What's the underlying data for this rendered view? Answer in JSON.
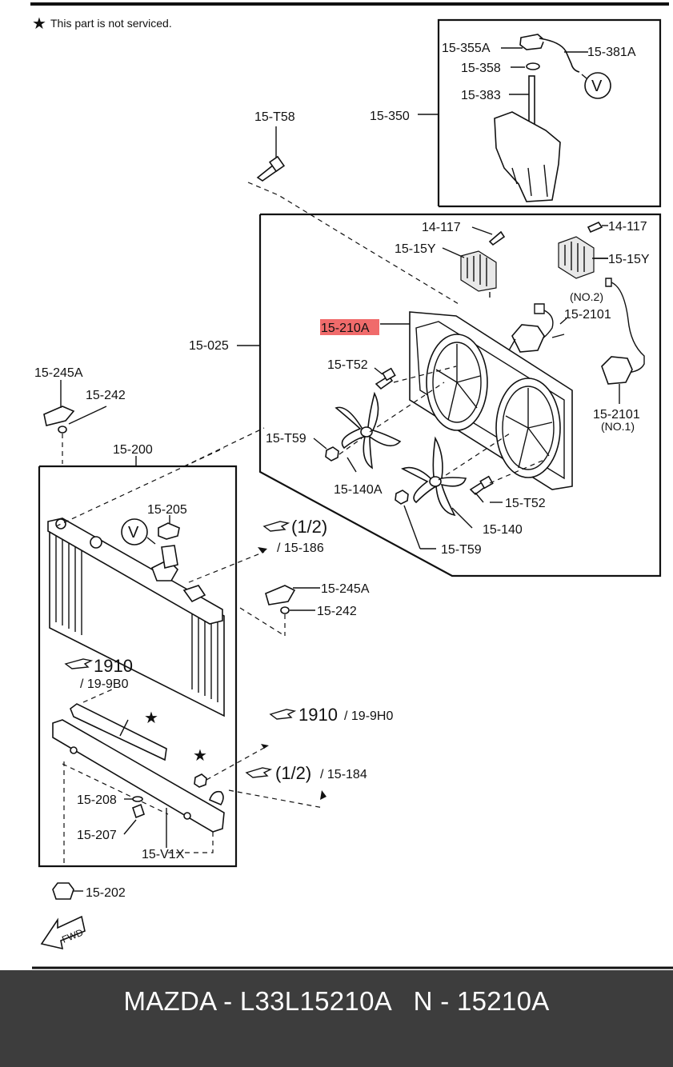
{
  "note": {
    "star": "★",
    "text": "This part is not serviced."
  },
  "labels": {
    "l_15_355A": "15-355A",
    "l_15_381A": "15-381A",
    "l_15_358": "15-358",
    "l_15_383": "15-383",
    "l_15_350": "15-350",
    "l_V1": "V",
    "l_15_T58": "15-T58",
    "l_14_117_a": "14-117",
    "l_14_117_b": "14-117",
    "l_15_15Y_a": "15-15Y",
    "l_15_15Y_b": "15-15Y",
    "l_no2": "(NO.2)",
    "l_15_2101_a": "15-2101",
    "l_15_210A": "15-210A",
    "l_15_025": "15-025",
    "l_15_T52_a": "15-T52",
    "l_15_245A_a": "15-245A",
    "l_15_242_a": "15-242",
    "l_15_2101_b": "15-2101",
    "l_no1": "(NO.1)",
    "l_15_T59_a": "15-T59",
    "l_15_140A": "15-140A",
    "l_15_T52_b": "15-T52",
    "l_15_200": "15-200",
    "l_15_140": "15-140",
    "l_15_T59_b": "15-T59",
    "l_15_205": "15-205",
    "l_V2": "V",
    "l_ref_12a": "(1/2)",
    "l_ref_186": "/ 15-186",
    "l_15_245A_b": "15-245A",
    "l_15_242_b": "15-242",
    "l_1910a": "1910",
    "l_19_9B0": "/ 19-9B0",
    "l_1910b": "1910",
    "l_19_9H0": "/ 19-9H0",
    "l_ref_12b": "(1/2)",
    "l_ref_184": "/ 15-184",
    "l_15_208": "15-208",
    "l_15_207": "15-207",
    "l_15_V1X": "15-V1X",
    "l_15_202": "15-202",
    "l_fwd": "FWD",
    "l_star1": "★",
    "l_star2": "★"
  },
  "colors": {
    "highlight": "#f06b6b",
    "footer_bg": "#3d3d3d",
    "footer_text": "#ffffff"
  },
  "footer": {
    "text": "MAZDA - L33L15210A   N - 15210A"
  }
}
